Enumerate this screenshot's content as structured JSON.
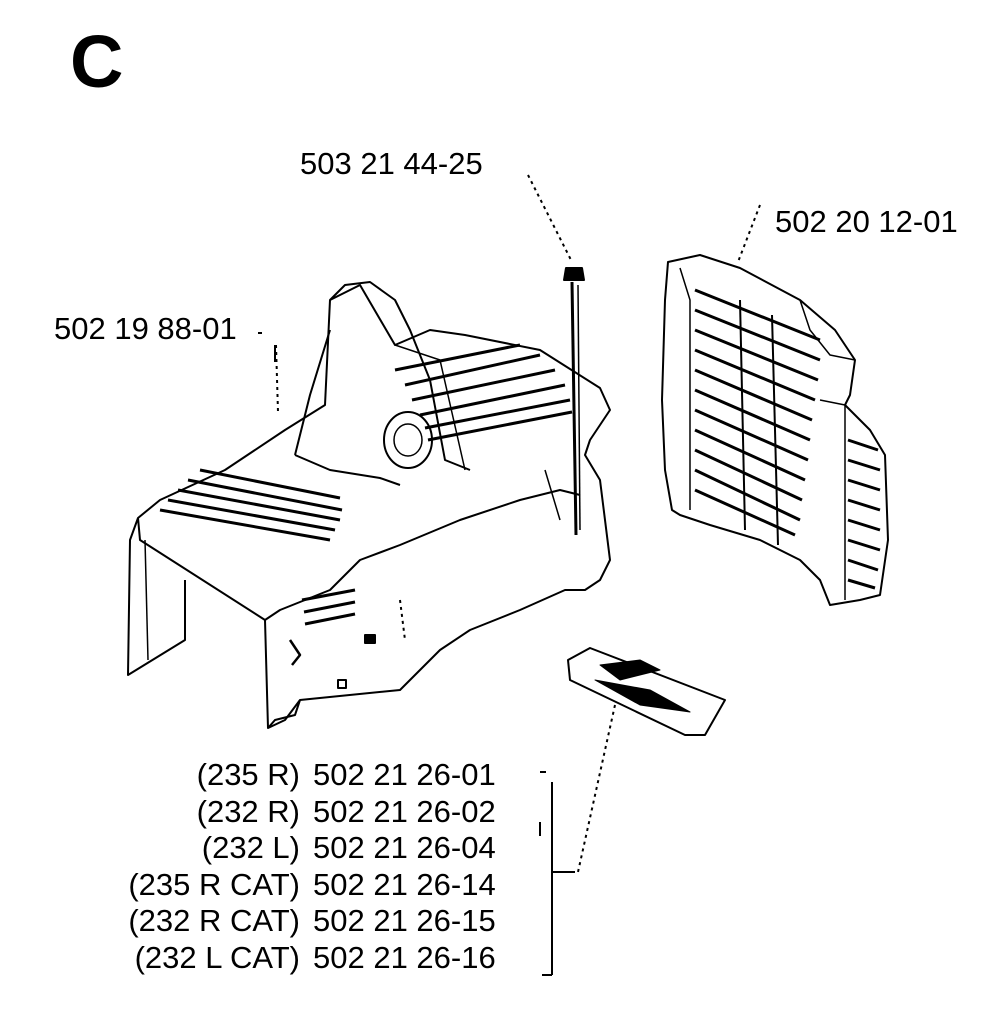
{
  "section": {
    "letter": "C"
  },
  "parts": {
    "screw": "503 21 44-25",
    "cover": "502 19 88-01",
    "grille": "502 20 12-01"
  },
  "decal_variants": [
    {
      "model": "(235 R)",
      "number": "502 21 26-01"
    },
    {
      "model": "(232 R)",
      "number": "502 21 26-02"
    },
    {
      "model": "(232 L)",
      "number": "502 21 26-04"
    },
    {
      "model": "(235 R CAT)",
      "number": "502 21 26-14"
    },
    {
      "model": "(232 R CAT)",
      "number": "502 21 26-15"
    },
    {
      "model": "(232 L CAT)",
      "number": "502 21 26-16"
    }
  ],
  "colors": {
    "ink": "#000000",
    "paper": "#ffffff",
    "shade": "#e6e6e6"
  }
}
